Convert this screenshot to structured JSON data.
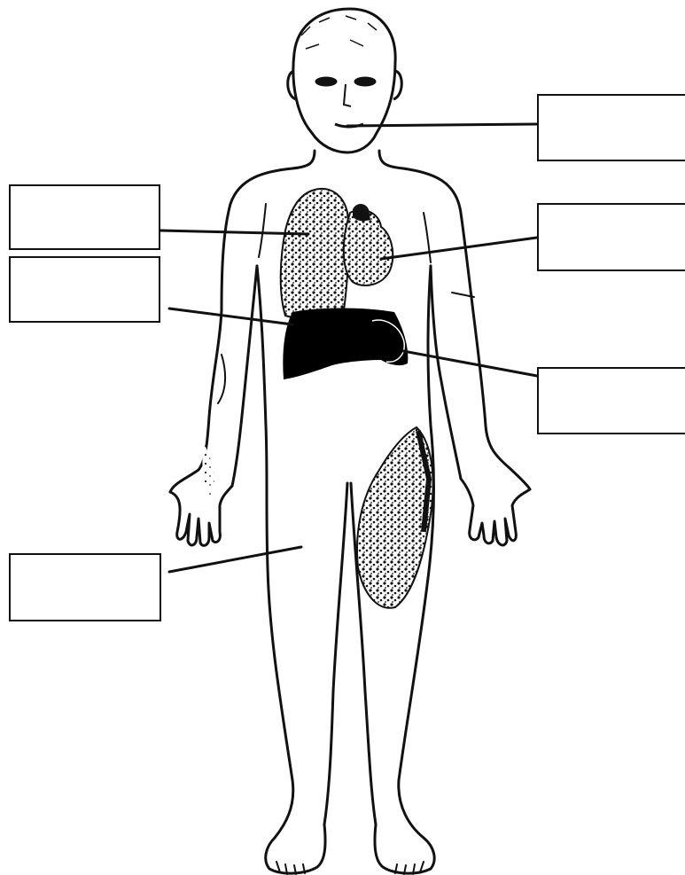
{
  "diagram": {
    "colors": {
      "ink": "#111111",
      "paper": "#ffffff",
      "organ_fill": "#000000"
    },
    "labels": [
      {
        "id": "box-mouth",
        "text": ""
      },
      {
        "id": "box-lung",
        "text": ""
      },
      {
        "id": "box-heart",
        "text": ""
      },
      {
        "id": "box-liver",
        "text": ""
      },
      {
        "id": "box-stomach",
        "text": ""
      },
      {
        "id": "box-leg",
        "text": ""
      }
    ],
    "organs_shown": [
      "lung",
      "heart",
      "liver",
      "stomach",
      "leg muscle"
    ]
  }
}
